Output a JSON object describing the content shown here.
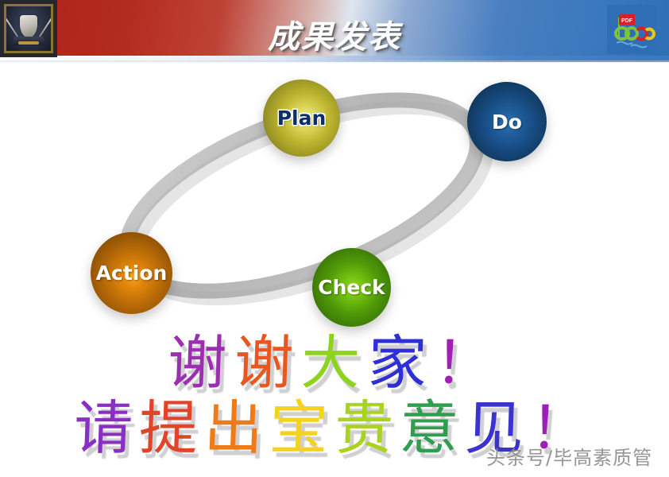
{
  "header": {
    "title": "成果发表",
    "left_logo_name": "company-crest-emblem",
    "right_logo_name": "pdf-rings-logo",
    "right_logo_flag_text": "PDF",
    "gradient_left": "#ad2219",
    "gradient_mid": "#dfe6ef",
    "gradient_right": "#2f6fb5"
  },
  "pdca": {
    "ring_color": "#b9b9b9",
    "nodes": [
      {
        "id": "plan",
        "label": "Plan",
        "color": "#bdb42e",
        "text_color": "#0c2f6b"
      },
      {
        "id": "do",
        "label": "Do",
        "color": "#174a80",
        "text_color": "#ffffff"
      },
      {
        "id": "check",
        "label": "Check",
        "color": "#4f9a08",
        "text_color": "#ffffff"
      },
      {
        "id": "action",
        "label": "Action",
        "color": "#b96b07",
        "text_color": "#ffffff"
      }
    ]
  },
  "message": {
    "line1": [
      {
        "char": "谢",
        "color": "#9b2fb0"
      },
      {
        "char": "谢",
        "color": "#e8571f"
      },
      {
        "char": "大",
        "color": "#8fd321"
      },
      {
        "char": "家",
        "color": "#2f2fd8"
      },
      {
        "char": "！",
        "color": "#a01fb5"
      }
    ],
    "line2": [
      {
        "char": "请",
        "color": "#8a2fc4"
      },
      {
        "char": "提",
        "color": "#e0452a"
      },
      {
        "char": "出",
        "color": "#f07a16"
      },
      {
        "char": "宝",
        "color": "#f5d21c"
      },
      {
        "char": "贵",
        "color": "#a8d41d"
      },
      {
        "char": "意",
        "color": "#2f9e4f"
      },
      {
        "char": "见",
        "color": "#3a33d0"
      },
      {
        "char": "！",
        "color": "#9b1fb8"
      }
    ]
  },
  "watermark": {
    "text": "头条号/毕高素质管"
  }
}
